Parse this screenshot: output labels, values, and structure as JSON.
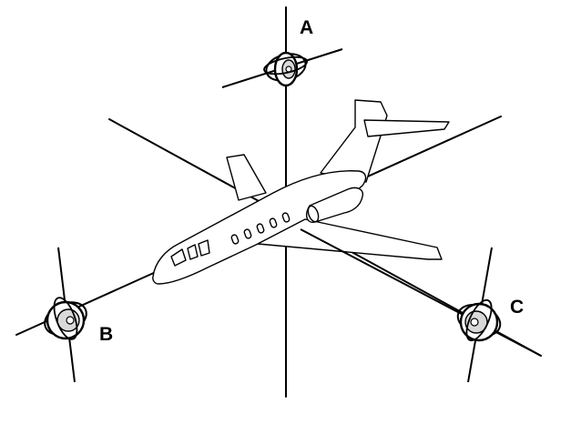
{
  "labels": {
    "a": "A",
    "b": "B",
    "c": "C"
  },
  "colors": {
    "stroke": "#000000",
    "fill": "#ffffff",
    "background": "#ffffff"
  },
  "icons": {
    "aircraft": "business-jet-icon",
    "gyroscope": "gyroscope-icon"
  }
}
